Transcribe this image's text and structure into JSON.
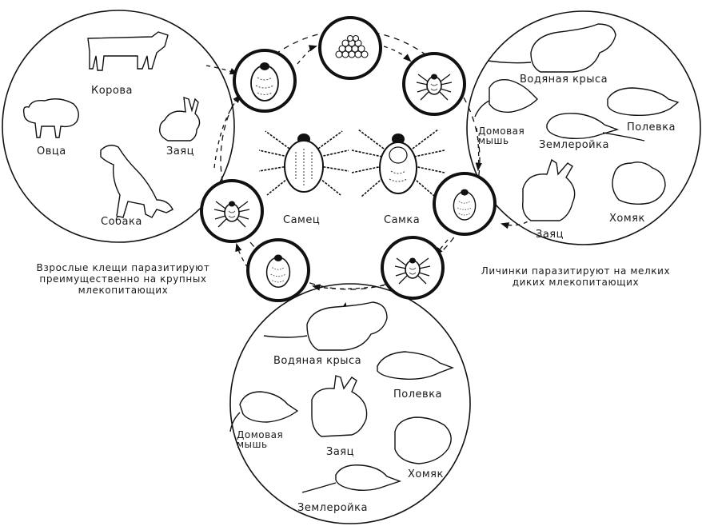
{
  "colors": {
    "ink": "#111111",
    "paper": "#ffffff"
  },
  "hosts_adults": {
    "cow": "Корова",
    "sheep": "Овца",
    "hare": "Заяц",
    "dog": "Собака"
  },
  "hosts_larvae": {
    "water_rat": "Водяная крыса",
    "house_mouse": "Домовая мышь",
    "vole": "Полевка",
    "shrew": "Землеройка",
    "hare": "Заяц",
    "hamster": "Хомяк"
  },
  "hosts_nymphs": {
    "water_rat": "Водяная крыса",
    "vole": "Полевка",
    "house_mouse": "Домовая мышь",
    "hare": "Заяц",
    "hamster": "Хомяк",
    "shrew": "Землеройка"
  },
  "center": {
    "male": "Самец",
    "female": "Самка"
  },
  "notes": {
    "adults": [
      "Взрослые клещи паразитируют",
      "преимущественно на крупных",
      "млекопитающих"
    ],
    "larvae": [
      "Личинки паразитируют на мелких",
      "диких млекопитающих"
    ]
  },
  "icons": [
    "egg-cluster-icon",
    "larva-icon",
    "nymph-icon",
    "engorged-tick-icon",
    "adult-tick-icon"
  ]
}
